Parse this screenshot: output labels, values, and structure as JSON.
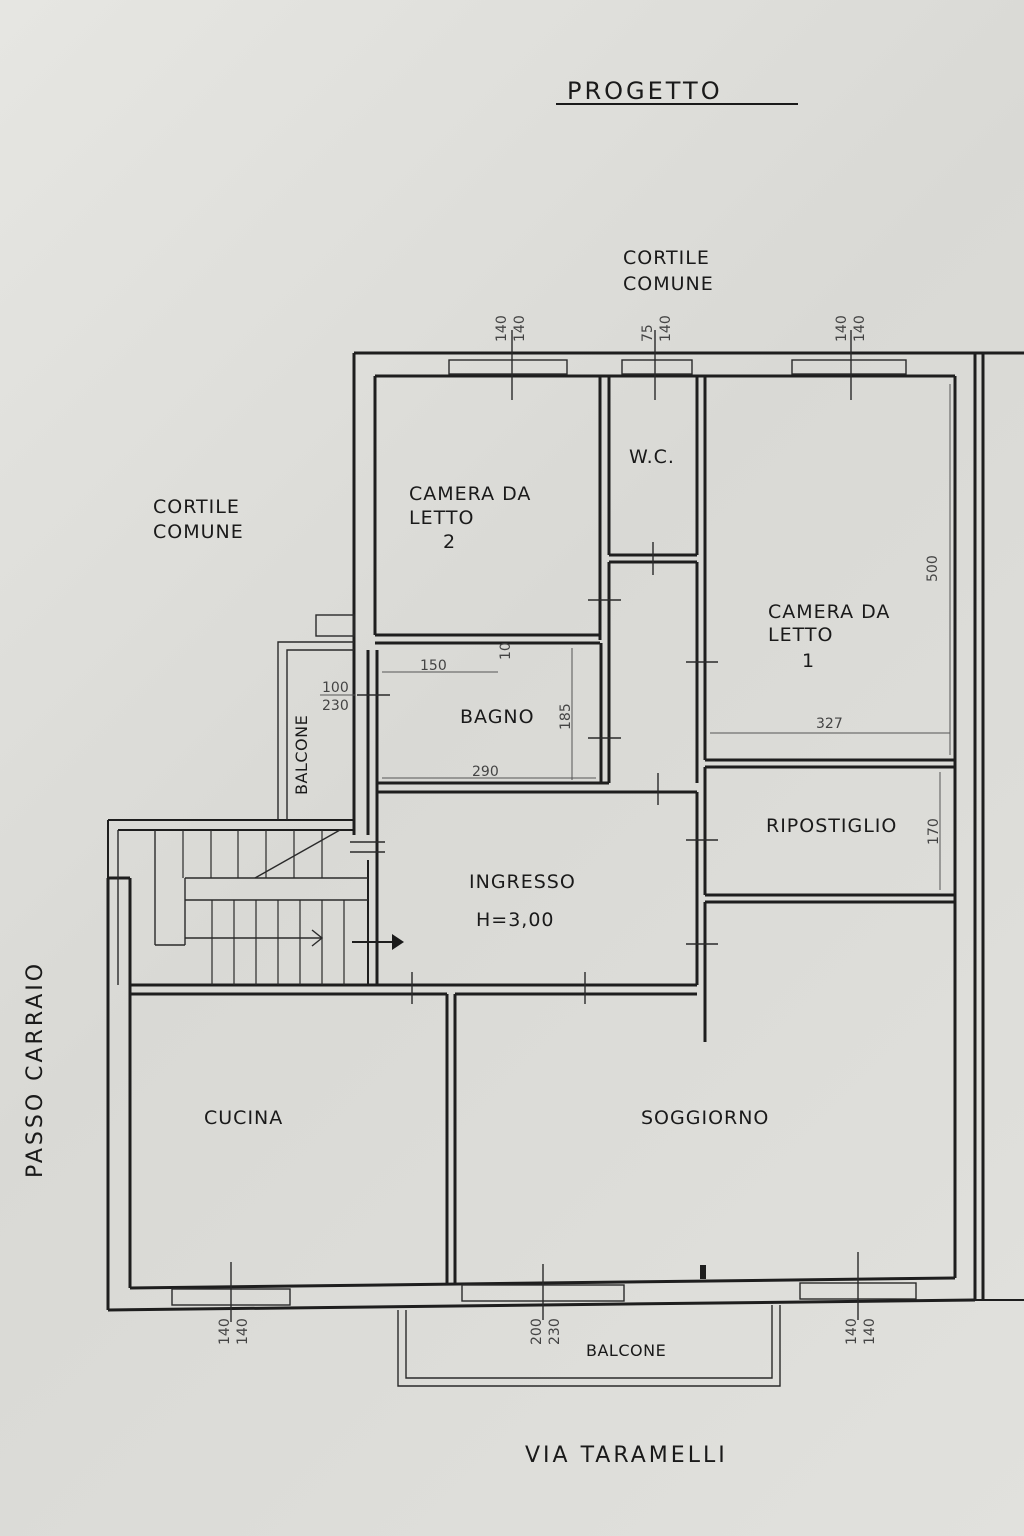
{
  "title": "PROGETTO",
  "outside": {
    "courtyard_top": [
      "CORTILE",
      "COMUNE"
    ],
    "courtyard_left": [
      "CORTILE",
      "COMUNE"
    ],
    "driveway": "PASSO CARRAIO",
    "street": "VIA TARAMELLI"
  },
  "rooms": {
    "bedroom2": [
      "CAMERA DA",
      "LETTO",
      "2"
    ],
    "wc": "W.C.",
    "bedroom1": [
      "CAMERA DA",
      "LETTO",
      "1"
    ],
    "bathroom": "BAGNO",
    "storage": "RIPOSTIGLIO",
    "entrance": [
      "INGRESSO",
      "H=3,00"
    ],
    "kitchen": "CUCINA",
    "living": "SOGGIORNO",
    "balcony_side": "BALCONE",
    "balcony_front": "BALCONE"
  },
  "windows": {
    "top_left": [
      "140",
      "140"
    ],
    "top_mid": [
      "75",
      "140"
    ],
    "top_right": [
      "140",
      "140"
    ],
    "balcony_side": [
      "100",
      "230"
    ],
    "bottom_left": [
      "140",
      "140"
    ],
    "bottom_mid": [
      "200",
      "230"
    ],
    "bottom_right": [
      "140",
      "140"
    ]
  },
  "dimensions": {
    "bedroom1_height": "500",
    "bedroom1_width": "327",
    "bath_width_top": "150",
    "bath_small": "10",
    "bath_height": "185",
    "bath_width_bottom": "290",
    "storage_height": "170"
  }
}
